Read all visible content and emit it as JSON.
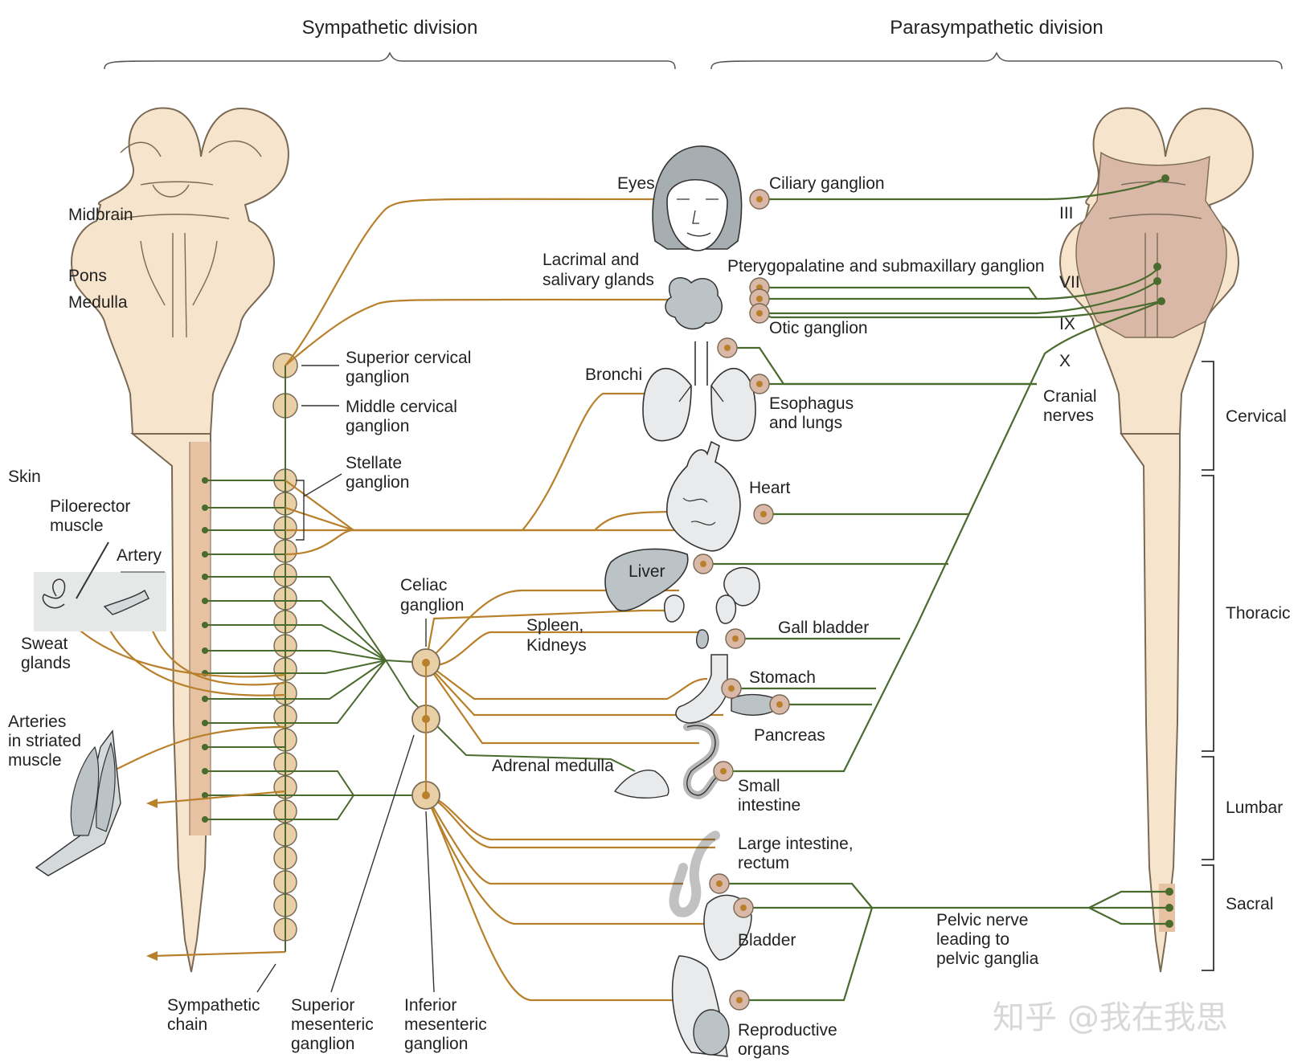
{
  "colors": {
    "sympathetic": "#b8802a",
    "parasympathetic": "#4a6b2e",
    "brainstem_fill": "#f7e4cc",
    "brainstem_para": "#d9b8a8",
    "ganglion_fill": "#e9cfa6",
    "organ_fill": "#d4d9dc"
  },
  "headers": {
    "sympathetic": "Sympathetic division",
    "parasympathetic": "Parasympathetic division"
  },
  "brain_labels": {
    "midbrain": "Midbrain",
    "pons": "Pons",
    "medulla": "Medulla"
  },
  "sympathetic_labels": {
    "superior_cervical_1": "Superior cervical",
    "superior_cervical_2": "ganglion",
    "middle_cervical_1": "Middle cervical",
    "middle_cervical_2": "ganglion",
    "stellate_1": "Stellate",
    "stellate_2": "ganglion",
    "skin": "Skin",
    "piloerector_1": "Piloerector",
    "piloerector_2": "muscle",
    "artery": "Artery",
    "sweat_1": "Sweat",
    "sweat_2": "glands",
    "arteries_1": "Arteries",
    "arteries_2": "in striated",
    "arteries_3": "muscle",
    "celiac_1": "Celiac",
    "celiac_2": "ganglion",
    "chain_1": "Sympathetic",
    "chain_2": "chain",
    "sup_mes_1": "Superior",
    "sup_mes_2": "mesenteric",
    "sup_mes_3": "ganglion",
    "inf_mes_1": "Inferior",
    "inf_mes_2": "mesenteric",
    "inf_mes_3": "ganglion"
  },
  "organ_labels": {
    "eyes": "Eyes",
    "lacrimal_1": "Lacrimal and",
    "lacrimal_2": "salivary glands",
    "bronchi": "Bronchi",
    "heart": "Heart",
    "liver": "Liver",
    "spleen_1": "Spleen,",
    "spleen_2": "Kidneys",
    "gall_bladder": "Gall bladder",
    "stomach": "Stomach",
    "pancreas": "Pancreas",
    "adrenal": "Adrenal medulla",
    "small_int_1": "Small",
    "small_int_2": "intestine",
    "large_int_1": "Large intestine,",
    "large_int_2": "rectum",
    "bladder": "Bladder",
    "repro_1": "Reproductive",
    "repro_2": "organs",
    "esophagus_1": "Esophagus",
    "esophagus_2": "and lungs"
  },
  "parasympathetic_labels": {
    "ciliary": "Ciliary ganglion",
    "pterygo": "Pterygopalatine and submaxillary ganglion",
    "otic": "Otic ganglion",
    "cn_iii": "III",
    "cn_vii": "VII",
    "cn_ix": "IX",
    "cn_x": "X",
    "cranial_1": "Cranial",
    "cranial_2": "nerves",
    "pelvic_1": "Pelvic nerve",
    "pelvic_2": "leading to",
    "pelvic_3": "pelvic ganglia"
  },
  "spinal_regions": {
    "cervical": "Cervical",
    "thoracic": "Thoracic",
    "lumbar": "Lumbar",
    "sacral": "Sacral"
  },
  "watermark": "知乎 @我在我思"
}
